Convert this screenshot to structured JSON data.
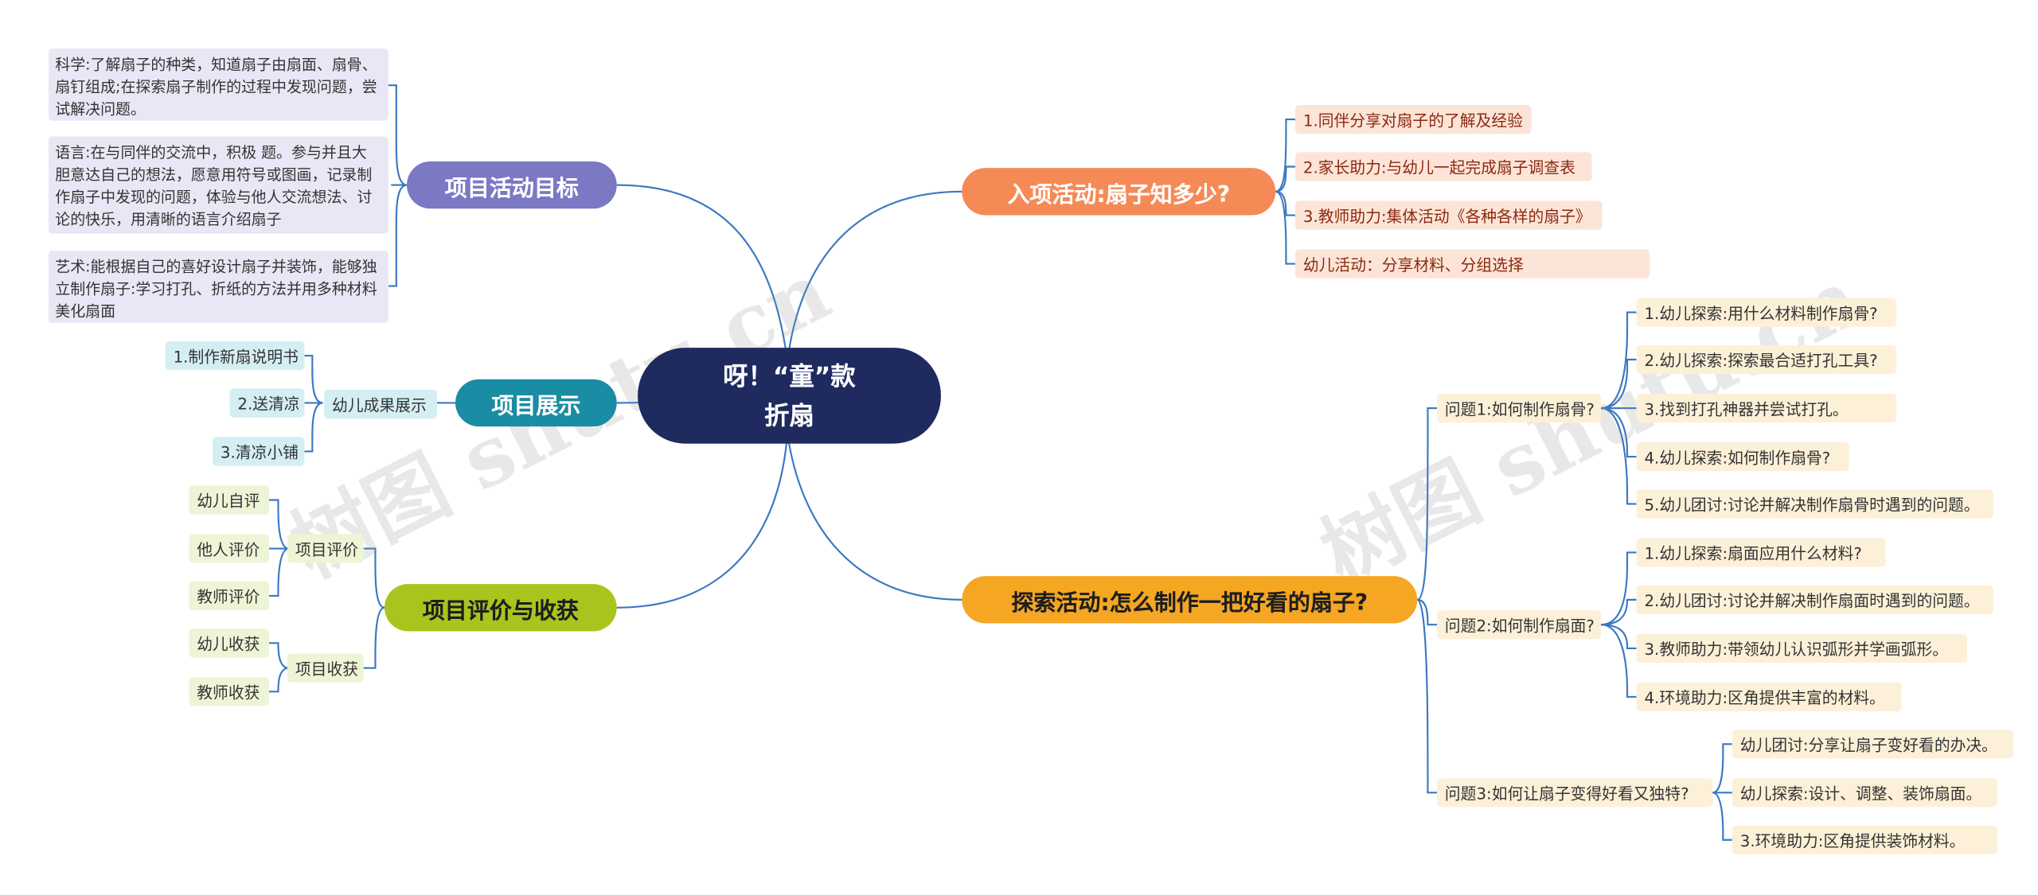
{
  "center": "呀！“童”款 折扇",
  "colors": {
    "center": "#1f2a5e",
    "goals": "#7b79c4",
    "show": "#1a8ca3",
    "eval": "#a9c41d",
    "entry": "#f58a57",
    "explore": "#f5a623",
    "goal_leaf_bg": "#e8e7f5",
    "show_leaf_bg": "#d4eef4",
    "eval_leaf_bg": "#eef4d6",
    "entry_leaf_bg": "#fde4d8",
    "explore_leaf_bg": "#fdf0d8",
    "line": "#3a78c0"
  },
  "branches": {
    "goals": {
      "title": "项目活动目标",
      "items": [
        "科学:了解扇子的种类，知道扇子由扇面、扇骨、扇钉组成;在探索扇子制作的过程中发现问题，尝试解决问题。",
        "语言:在与同伴的交流中，积极 题。参与并且大胆意达自己的想法，愿意用符号或图画，记录制作扇子中发现的问题，体验与他人交流想法、讨论的快乐，用清晰的语言介绍扇子",
        "艺术:能根据自己的喜好设计扇子并装饰，能够独立制作扇子:学习打孔、折纸的方法并用多种材料美化扇面"
      ]
    },
    "show": {
      "title": "项目展示",
      "sub": "幼儿成果展示",
      "items": [
        "1.制作新扇说明书",
        "2.送清凉",
        "3.清凉小铺"
      ]
    },
    "eval": {
      "title": "项目评价与收获",
      "groups": [
        {
          "label": "项目评价",
          "items": [
            "幼儿自评",
            "他人评价",
            "教师评价"
          ]
        },
        {
          "label": "项目收获",
          "items": [
            "幼儿收获",
            "教师收获"
          ]
        }
      ]
    },
    "entry": {
      "title": "入项活动:扇子知多少?",
      "items": [
        "1.同伴分享对扇子的了解及经验",
        "2.家长助力:与幼儿一起完成扇子调查表",
        "3.教师助力:集体活动《各种各样的扇子》",
        "幼儿活动：分享材料、分组选择"
      ]
    },
    "explore": {
      "title": "探索活动:怎么制作一把好看的扇子?",
      "questions": [
        {
          "label": "问题1:如何制作扇骨?",
          "items": [
            "1.幼儿探索:用什么材料制作扇骨?",
            "2.幼儿探索:探索最合适打孔工具?",
            "3.找到打孔神器并尝试打孔。",
            "4.幼儿探索:如何制作扇骨?",
            "5.幼儿团讨:讨论并解决制作扇骨时遇到的问题。"
          ]
        },
        {
          "label": "问题2:如何制作扇面?",
          "items": [
            "1.幼儿探索:扇面应用什么材料?",
            "2.幼儿团讨:讨论并解决制作扇面时遇到的问题。",
            "3.教师助力:带领幼儿认识弧形并学画弧形。",
            "4.环境助力:区角提供丰富的材料。"
          ]
        },
        {
          "label": "问题3:如何让扇子变得好看又独特?",
          "items": [
            "幼儿团讨:分享让扇子变好看的办决。",
            "幼儿探索:设计、调整、装饰扇面。",
            "3.环境助力:区角提供装饰材料。"
          ]
        }
      ]
    }
  },
  "watermark": "树图 shutu.cn"
}
